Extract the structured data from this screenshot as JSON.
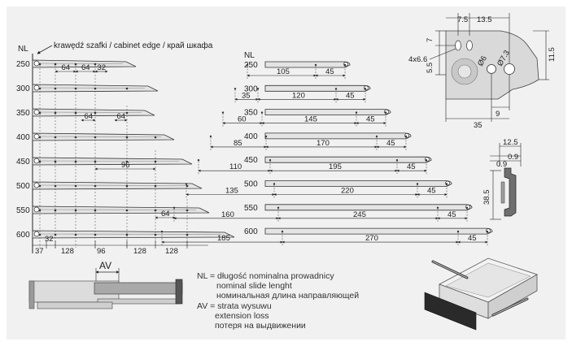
{
  "left": {
    "nl_label": "NL",
    "edge_caption": "krawędź szafki / cabinet edge / край шкафа",
    "rows": [
      {
        "nl": "250",
        "dims": [
          "64",
          "64",
          "32"
        ]
      },
      {
        "nl": "300",
        "dims": []
      },
      {
        "nl": "350",
        "dims": [
          "64",
          "64"
        ]
      },
      {
        "nl": "400",
        "dims": []
      },
      {
        "nl": "450",
        "dims": [
          "96"
        ]
      },
      {
        "nl": "500",
        "dims": []
      },
      {
        "nl": "550",
        "dims": [
          "64"
        ]
      },
      {
        "nl": "600",
        "dims": []
      }
    ],
    "bottom_dims": [
      "37",
      "32",
      "128",
      "96",
      "128",
      "128"
    ]
  },
  "middle": {
    "nl_label": "NL",
    "rows": [
      {
        "nl": "250",
        "dims": [
          "105",
          "45"
        ]
      },
      {
        "nl": "300",
        "dims": [
          "35",
          "120",
          "45"
        ]
      },
      {
        "nl": "350",
        "dims": [
          "60",
          "145",
          "45"
        ]
      },
      {
        "nl": "400",
        "dims": [
          "85",
          "170",
          "45"
        ]
      },
      {
        "nl": "450",
        "dims": [
          "110",
          "195",
          "45"
        ]
      },
      {
        "nl": "500",
        "dims": [
          "135",
          "220",
          "45"
        ]
      },
      {
        "nl": "550",
        "dims": [
          "160",
          "245",
          "45"
        ]
      },
      {
        "nl": "600",
        "dims": [
          "185",
          "270",
          "45"
        ]
      }
    ]
  },
  "detail": {
    "top_dims": [
      "7.5",
      "13.5"
    ],
    "left_dim_a": "7",
    "left_dim_b": "5.5",
    "hole_label": "4x6.6",
    "dia_a": "Ø6",
    "dia_b": "Ø7.3",
    "right_dim": "11.5",
    "bottom_dim_a": "9",
    "bottom_dim_b": "35"
  },
  "profile": {
    "top_dim": "12.5",
    "dim_a": "0.9",
    "dim_b": "0.9",
    "height_dim": "38.5"
  },
  "av": {
    "label": "AV"
  },
  "legend": {
    "nl_lines": [
      "NL = długość nominalna prowadnicy",
      "nominal slide lenght",
      "номинальная длина направляющей"
    ],
    "av_lines": [
      "AV = strata wysuwu",
      "extension loss",
      "потеря на выдвижении"
    ]
  },
  "colors": {
    "panel": "#f1f1f1",
    "rail": "#e4e4e4",
    "rail_stroke": "#333333",
    "rail_dark": "#8a8a8a",
    "box": "#efeeee",
    "front": "#2a2a2a"
  }
}
